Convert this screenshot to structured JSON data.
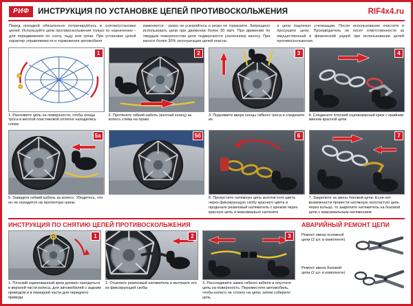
{
  "header": {
    "logo": "РИФ",
    "title": "ИНСТРУКЦИЯ ПО УСТАНОВКЕ ЦЕПЕЙ ПРОТИВОСКОЛЬЖЕНИЯ",
    "site": "RIF4x4.ru"
  },
  "intro": {
    "col1": "Перед поездкой обязательно потренируйтесь в снятии/установке цепей. Используйте цепи противоскольжения только по назначению – для передвижения по снегу, льду или грязи. При установке цепей характер управляемости и торможения автомобиля",
    "col2": "изменяется – резко не ускоряйтесь и резко не тормозите. Запрещено использовать цепи при движении более 50 км/ч. При движении по твердым поверхностям цепи подвергаются усиленному износу. При износе более 30% эксплуатация цепей опасна",
    "col3": "и цепи подлежат утилизации. После использования очистите и просушите цепи. Производитель не несет ответственности за имущественный и физический ущерб при использовании цепей противоскольжения."
  },
  "install": {
    "steps": [
      {
        "num": "1",
        "caption": "1. Разложите цепь на поверхности, чтобы концы троса в желтой пластиковой оплетке находились слева"
      },
      {
        "num": "2",
        "caption": "2. Протяните гибкий кабель (желтый конец) за колесо слева на право"
      },
      {
        "num": "3",
        "caption": "3. Поднимите вверх концы гибкого троса и соедините их"
      },
      {
        "num": "4",
        "caption": "4. Соедините плоский оцинкованный крюк с крайним звеном красной цепи"
      },
      {
        "num": "5а",
        "caption": "5. Заведите гибкий кабель за колесо. Убедитесь, что он не находится на протекторе шины"
      },
      {
        "num": "5б",
        "caption": ""
      },
      {
        "num": "6",
        "caption": "6. Пропустите натяжную цепь золотистого цвета через фиксирующую скобу красного цвета и проденьте резиновый натяжитель с крюком через красную цепь и максимально натяните"
      },
      {
        "num": "7",
        "caption": "7. Закрепите за звено боковой цепи. Если нет возможности провести натяжную золотистую цепь через кольцо, то закрепите натяжитель на боковой цепи с максимальным натяжением"
      }
    ]
  },
  "removal": {
    "title": "ИНСТРУКЦИЯ ПО СНЯТИЮ ЦЕПЕЙ ПРОТИВОСКОЛЬЖЕНИЯ",
    "steps": [
      {
        "num": "1",
        "caption": "1. Плоский оцинкованный крюк должен находиться в верхней части колеса, для автомобилей с задним приводом и в передней части для переднего привода"
      },
      {
        "num": "2",
        "caption": "2. Отцепите резиновый натяжитель и вытяните его из фиксирующей скобы"
      },
      {
        "num": "3",
        "caption": "3. Рассоедините замок гибкого кабеля и опустите цепь на поверхность. Переместите автомобиль, чтобы колесо не стояло на цепи, затем соберите цепь"
      }
    ]
  },
  "repair": {
    "title": "АВАРИЙНЫЙ РЕМОНТ ЦЕПИ",
    "items": [
      {
        "label": "Ремонт звена основной цепи (2 шт. в комплекте)"
      },
      {
        "label": "Ремонт звена боковой цепи (2 шт. в комплекте)"
      }
    ]
  },
  "icons": {
    "step_arrow": "red-direction-arrow",
    "repair_tool": "pliers-with-chain-link"
  },
  "colors": {
    "accent": "#cf1b2b",
    "diagram_blue": "#4a76b8",
    "cable_yellow": "#e8c62d",
    "gold_chain": "#c9a227"
  }
}
